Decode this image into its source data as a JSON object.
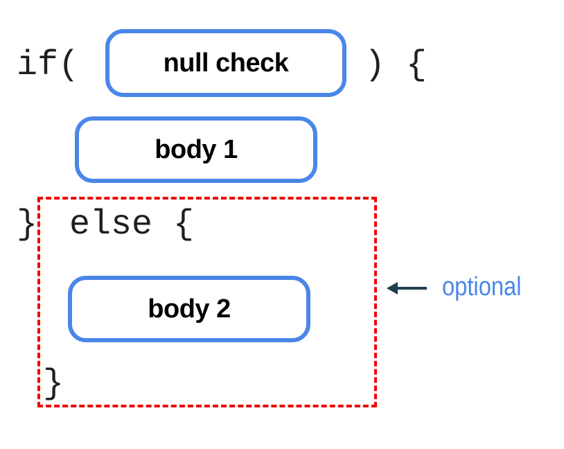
{
  "code": {
    "if_keyword": "if(",
    "close_condition": ") {",
    "close_brace_else": "}",
    "else_keyword": "else {",
    "close_brace_final": "}"
  },
  "slots": {
    "condition": "null check",
    "body_1": "body 1",
    "body_2": "body 2"
  },
  "annotation": {
    "label": "optional",
    "arrow_icon": "arrow-left-icon"
  },
  "colors": {
    "slot_border": "#4a86e8",
    "optional_border": "#ee0000",
    "annotation_text": "#4a86e8",
    "arrow": "#1d3f50",
    "code_text": "#1f1f1f"
  }
}
